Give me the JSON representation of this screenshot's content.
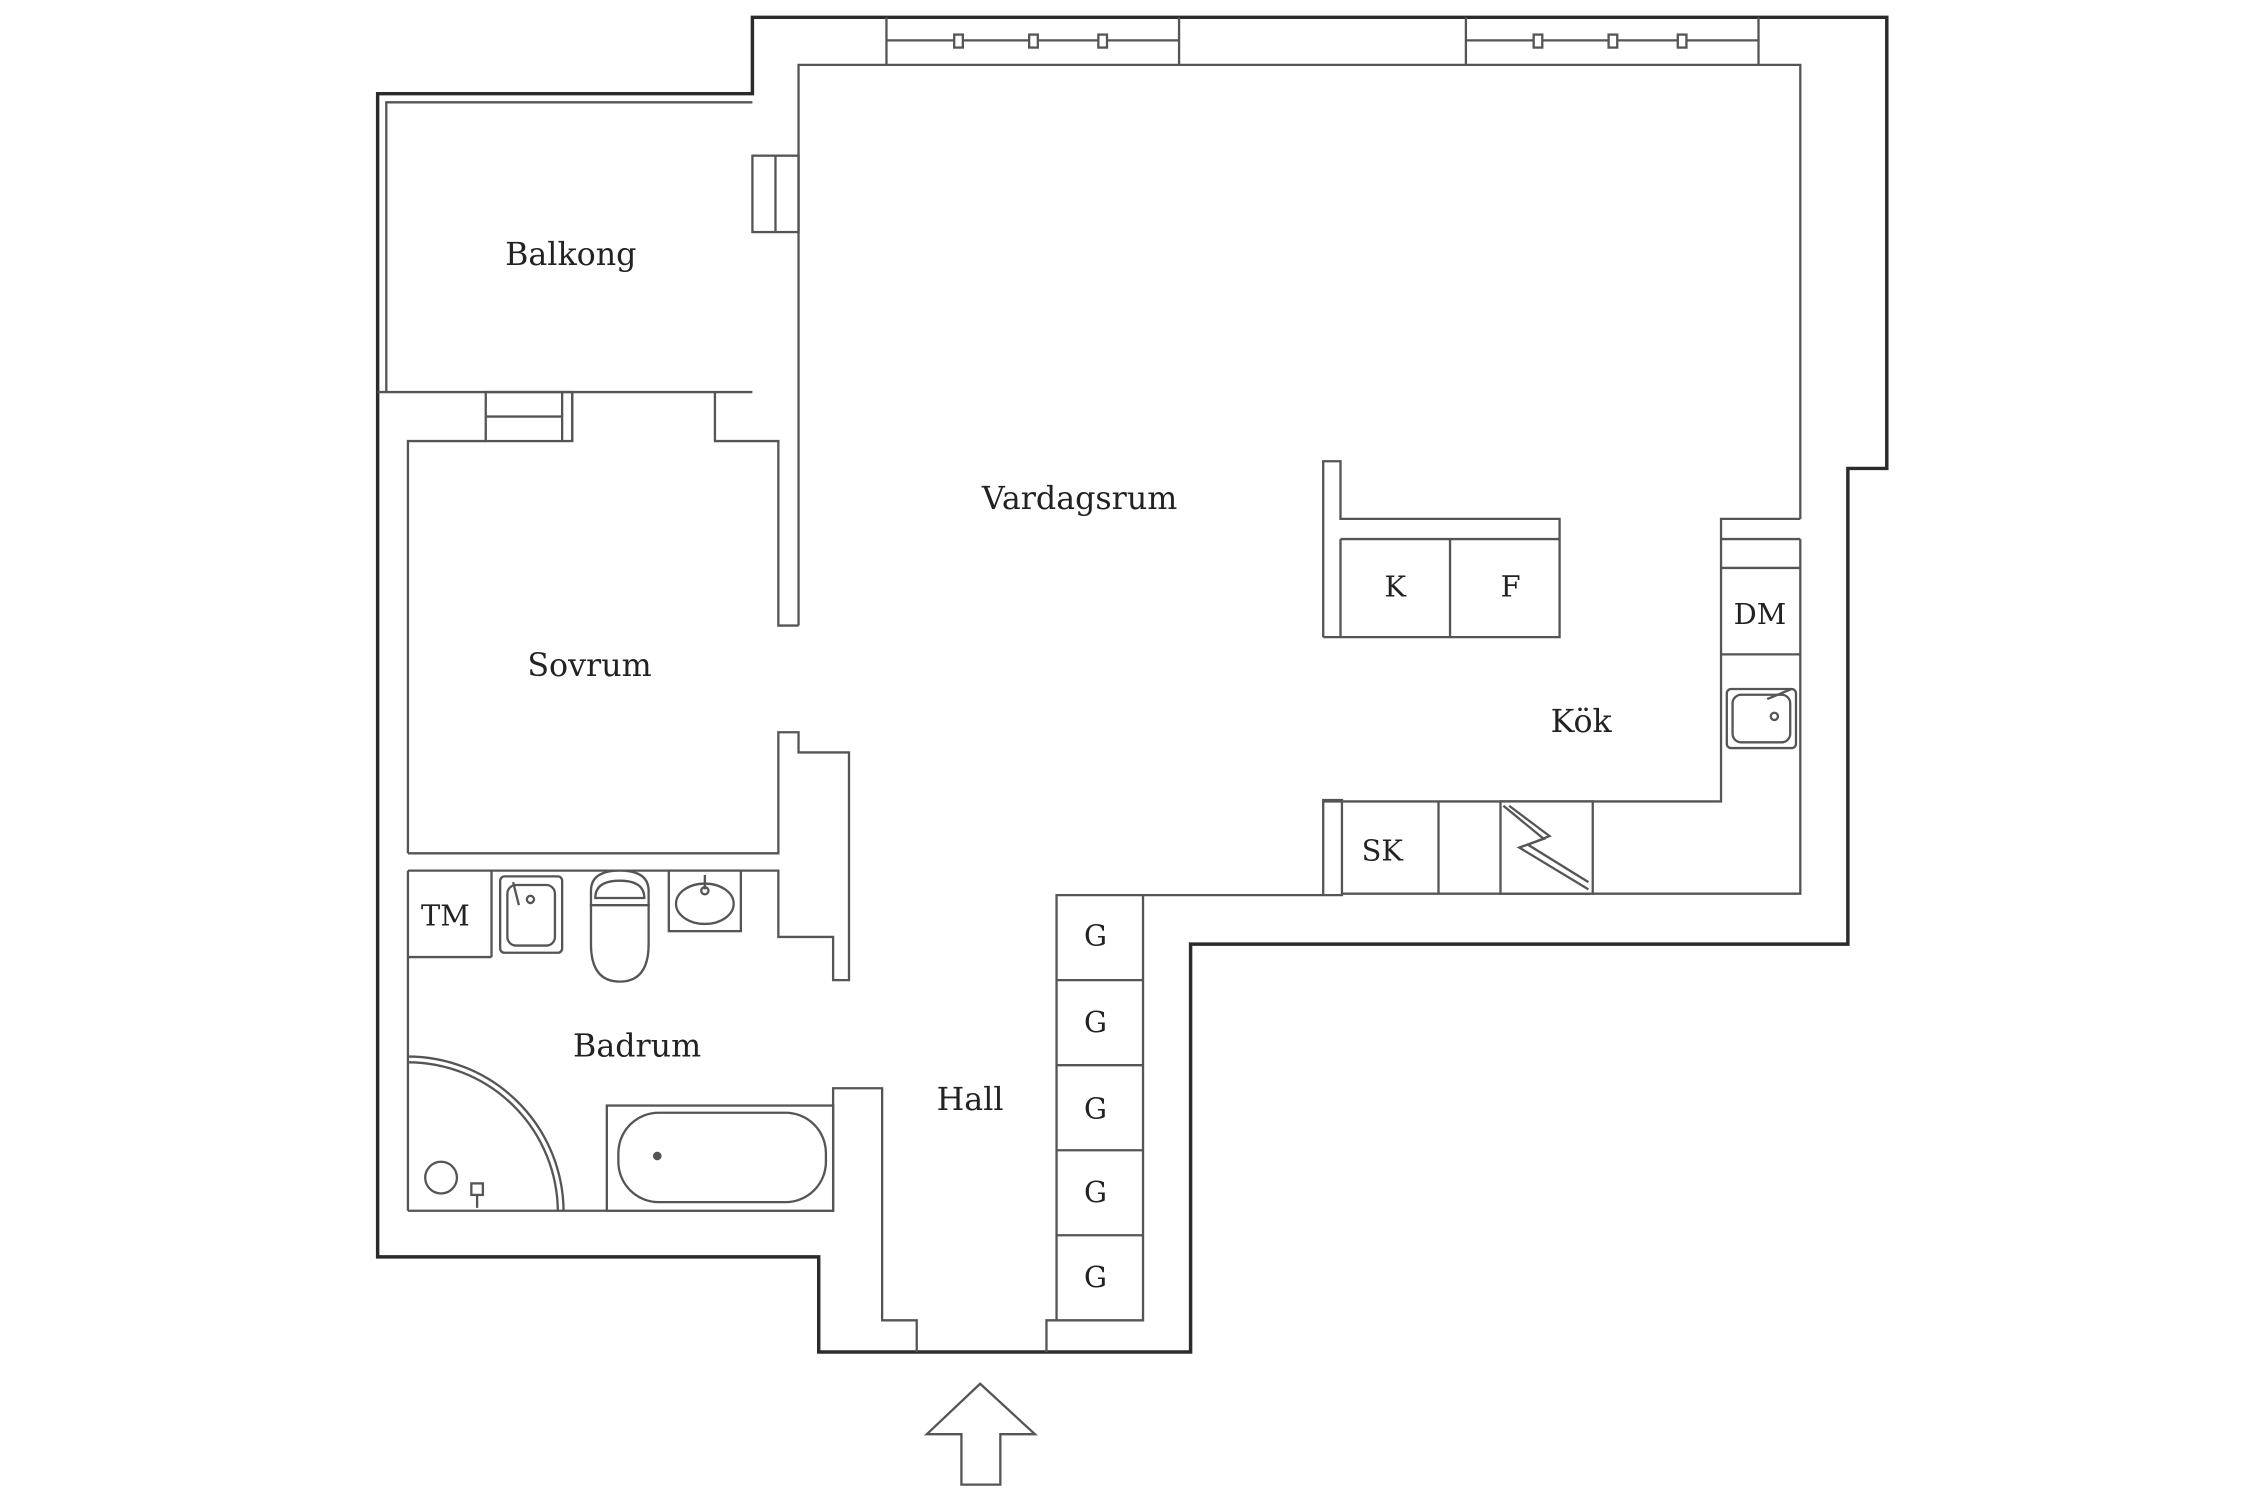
{
  "rooms": {
    "balkong": "Balkong",
    "vardagsrum": "Vardagsrum",
    "sovrum": "Sovrum",
    "kok": "Kök",
    "badrum": "Badrum",
    "hall": "Hall"
  },
  "fixtures": {
    "kyl": "K",
    "frys": "F",
    "diskmaskin": "DM",
    "skap": "SK",
    "tvattmaskin": "TM",
    "garderob": "G"
  },
  "colors": {
    "wall": "#2b2b2b",
    "line": "#555555",
    "background": "#ffffff"
  }
}
